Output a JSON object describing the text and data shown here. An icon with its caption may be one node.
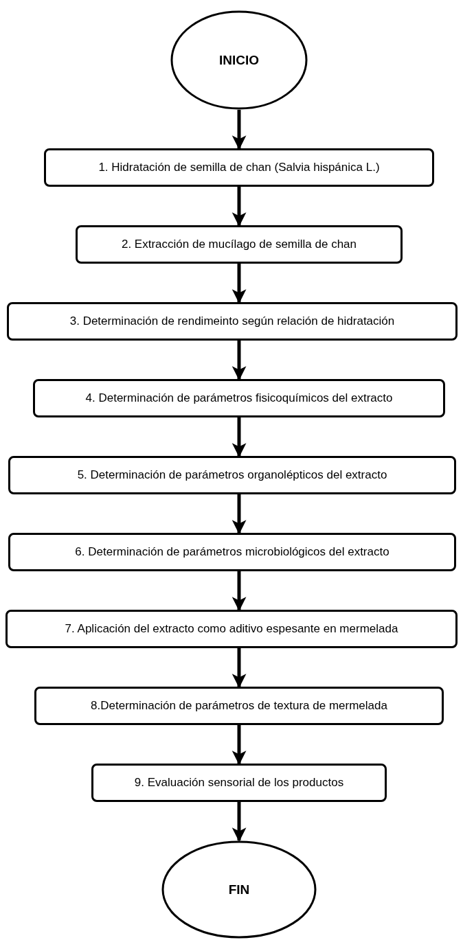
{
  "diagram": {
    "nodes": [
      {
        "text": [
          "INICIO"
        ]
      },
      {
        "text": [
          "1. Hidratación de semilla de chan (Salvia hispánica L.)"
        ]
      },
      {
        "text": [
          "2. Extracción de mucílago de semilla de chan"
        ]
      },
      {
        "text": [
          "3. Determinación de rendimeinto según relación de hidratación"
        ]
      },
      {
        "text": [
          "4. Determinación de parámetros fisicoquímicos del extracto"
        ]
      },
      {
        "text": [
          "5. Determinación de parámetros organolépticos del extracto"
        ]
      },
      {
        "text": [
          "6. Determinación de parámetros microbiológicos del extracto"
        ]
      },
      {
        "text": [
          "7. Aplicación del extracto como aditivo espesante en mermelada"
        ]
      },
      {
        "text": [
          "8.Determinación de parámetros de textura de mermelada"
        ]
      },
      {
        "text": [
          "9. Evaluación sensorial de los productos"
        ]
      },
      {
        "text": [
          "FIN"
        ]
      }
    ],
    "edges": [
      {
        "from": 0,
        "to": 1,
        "arrow": "to"
      },
      {
        "from": 1,
        "to": 2,
        "arrow": "to"
      },
      {
        "from": 2,
        "to": 3,
        "arrow": "to"
      },
      {
        "from": 3,
        "to": 4,
        "arrow": "to"
      },
      {
        "from": 4,
        "to": 5,
        "arrow": "to"
      },
      {
        "from": 5,
        "to": 6,
        "arrow": "to"
      },
      {
        "from": 6,
        "to": 7,
        "arrow": "to"
      },
      {
        "from": 7,
        "to": 8,
        "arrow": "to"
      },
      {
        "from": 8,
        "to": 9,
        "arrow": "to"
      },
      {
        "from": 9,
        "to": 10,
        "arrow": "to"
      }
    ]
  }
}
